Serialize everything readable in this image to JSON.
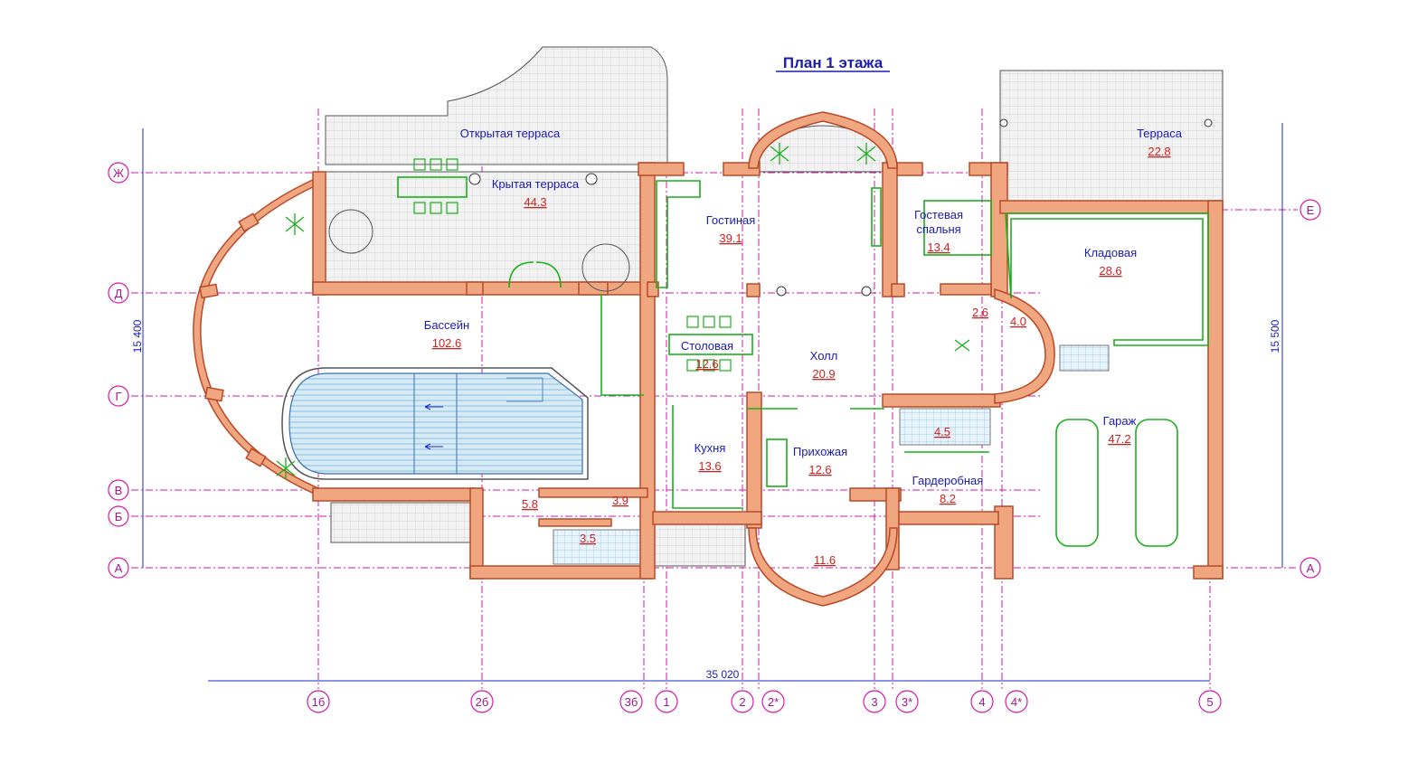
{
  "title": "План 1 этажа",
  "rooms": [
    {
      "id": "open-terrace",
      "name": "Открытая терраса",
      "area": ""
    },
    {
      "id": "covered-terrace",
      "name": "Крытая терраса",
      "area": "44.3"
    },
    {
      "id": "living",
      "name": "Гостиная",
      "area": "39.1"
    },
    {
      "id": "guest-bedroom",
      "name": "Гостевая\nспальня",
      "name_lines": [
        "Гостевая",
        "спальня"
      ],
      "area": "13.4"
    },
    {
      "id": "terrace",
      "name": "Терраса",
      "area": "22.8"
    },
    {
      "id": "storage",
      "name": "Кладовая",
      "area": "28.6"
    },
    {
      "id": "pool",
      "name": "Бассейн",
      "area": "102.6"
    },
    {
      "id": "dining",
      "name": "Столовая",
      "area": "12.6"
    },
    {
      "id": "hall",
      "name": "Холл",
      "area": "20.9"
    },
    {
      "id": "garage",
      "name": "Гараж",
      "area": "47.2"
    },
    {
      "id": "kitchen",
      "name": "Кухня",
      "area": "13.6"
    },
    {
      "id": "entry",
      "name": "Прихожая",
      "area": "12.6"
    },
    {
      "id": "wardrobe",
      "name": "Гардеробная",
      "area": "8.2"
    },
    {
      "id": "small-1",
      "name": "",
      "area": "2.6"
    },
    {
      "id": "small-2",
      "name": "",
      "area": "4.0"
    },
    {
      "id": "small-3",
      "name": "",
      "area": "4.5"
    },
    {
      "id": "small-4",
      "name": "",
      "area": "5.8"
    },
    {
      "id": "small-5",
      "name": "",
      "area": "3.9"
    },
    {
      "id": "small-6",
      "name": "",
      "area": "3.5"
    },
    {
      "id": "porch",
      "name": "",
      "area": "11.6"
    }
  ],
  "axes_rows": [
    "Ж",
    "Е",
    "Д",
    "Г",
    "В",
    "Б",
    "А"
  ],
  "axes_cols": [
    "1б",
    "2б",
    "3б",
    "1",
    "2",
    "2*",
    "3",
    "3*",
    "4",
    "4*",
    "5"
  ],
  "dimensions": {
    "overall_width": "35 020",
    "left_height": "15 400",
    "right_height": "15 500"
  },
  "colors": {
    "wall": "#f0a67e",
    "wall_edge": "#b84a2a",
    "axis": "#d61aa8",
    "furniture": "#19b01d",
    "label": "#1a1ab4",
    "area": "#d02020",
    "pool_water": "#cfe6f5"
  }
}
